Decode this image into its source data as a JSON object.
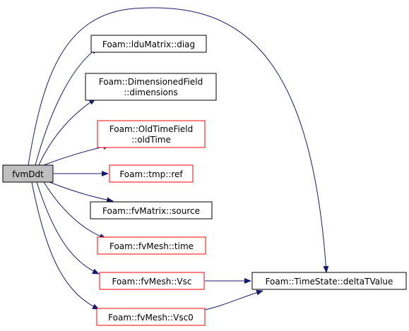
{
  "colors": {
    "edge": "#191970",
    "node_root_fill": "#bfbfbf",
    "node_fill": "#ffffff",
    "border_documented": "#000000",
    "border_external": "#ff0000"
  },
  "nodes": {
    "fvmDdt": {
      "lines": [
        "fvmDdt"
      ]
    },
    "lduDiag": {
      "lines": [
        "Foam::lduMatrix::diag"
      ]
    },
    "dimensions": {
      "lines": [
        "Foam::DimensionedField",
        "::dimensions"
      ]
    },
    "oldTime": {
      "lines": [
        "Foam::OldTimeField",
        "::oldTime"
      ]
    },
    "tmpRef": {
      "lines": [
        "Foam::tmp::ref"
      ]
    },
    "source": {
      "lines": [
        "Foam::fvMatrix::source"
      ]
    },
    "time": {
      "lines": [
        "Foam::fvMesh::time"
      ]
    },
    "vsc": {
      "lines": [
        "Foam::fvMesh::Vsc"
      ]
    },
    "vsc0": {
      "lines": [
        "Foam::fvMesh::Vsc0"
      ]
    },
    "deltaT": {
      "lines": [
        "Foam::TimeState::deltaTValue"
      ]
    }
  }
}
